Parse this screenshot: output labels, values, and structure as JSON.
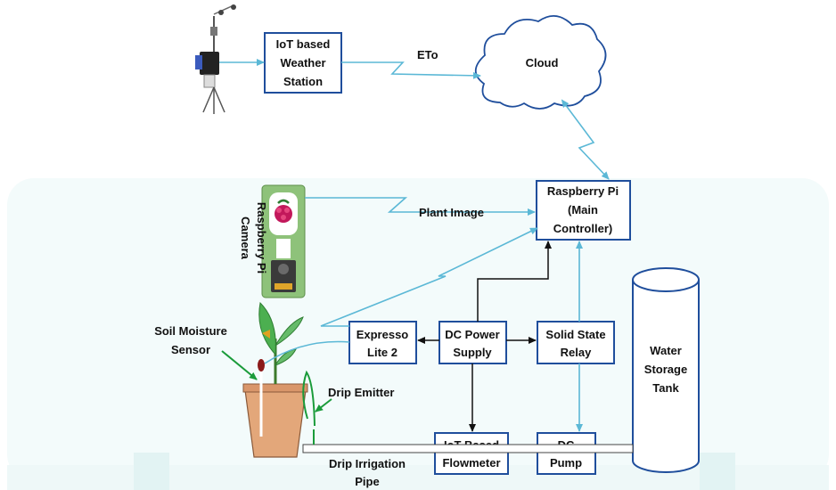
{
  "boxes": {
    "weather_station": [
      "IoT based",
      "Weather",
      "Station"
    ],
    "cloud": "Cloud",
    "raspberry_pi": [
      "Raspberry Pi",
      "(Main",
      "Controller)"
    ],
    "expresso": [
      "Expresso",
      "Lite 2"
    ],
    "dc_power": [
      "DC Power",
      "Supply"
    ],
    "relay": [
      "Solid State",
      "Relay"
    ],
    "flowmeter": [
      "IoT Based",
      "Flowmeter"
    ],
    "dc_pump": [
      "DC",
      "Pump"
    ],
    "tank": [
      "Water",
      "Storage",
      "Tank"
    ]
  },
  "labels": {
    "eto": "ETo",
    "plant_image": "Plant Image",
    "camera": [
      "Raspberry Pi",
      "Camera"
    ],
    "soil_sensor": [
      "Soil Moisture",
      "Sensor"
    ],
    "drip_emitter": "Drip Emitter",
    "drip_pipe": [
      "Drip Irrigation",
      "Pipe"
    ]
  },
  "colors": {
    "box_border": "#1f4e9c",
    "wireless_link": "#5bb8d6",
    "wired_link": "#111111",
    "pointer_arrow": "#1a9b3a",
    "background": "#f3fbfb"
  }
}
